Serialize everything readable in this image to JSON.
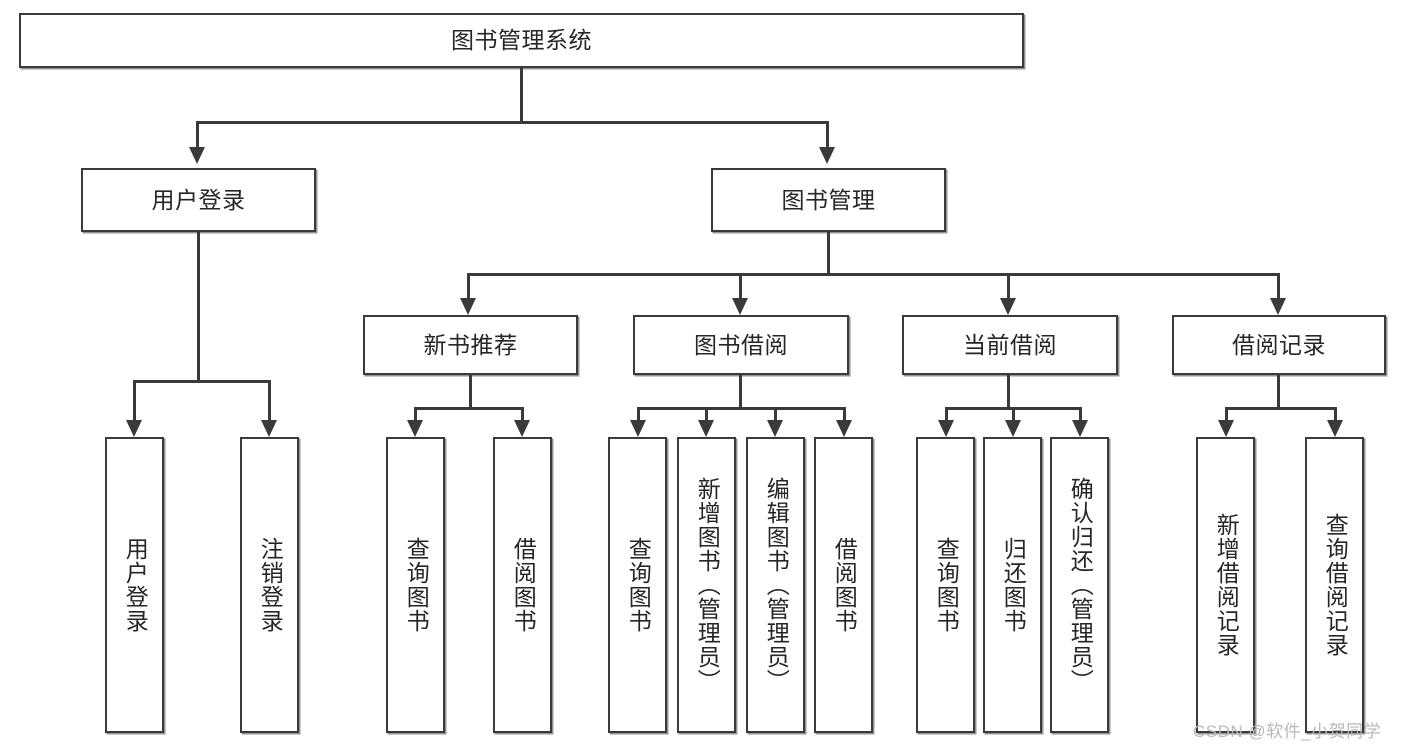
{
  "diagram": {
    "title": "图书管理系统",
    "type": "tree-hierarchy",
    "root": {
      "label": "图书管理系统"
    },
    "level2": [
      {
        "label": "用户登录"
      },
      {
        "label": "图书管理"
      }
    ],
    "level3": [
      {
        "label": "新书推荐"
      },
      {
        "label": "图书借阅"
      },
      {
        "label": "当前借阅"
      },
      {
        "label": "借阅记录"
      }
    ],
    "leaves": {
      "user_login": [
        {
          "label": "用户登录"
        },
        {
          "label": "注销登录"
        }
      ],
      "new_book_recommend": [
        {
          "label": "查询图书"
        },
        {
          "label": "借阅图书"
        }
      ],
      "book_borrow": [
        {
          "label": "查询图书"
        },
        {
          "label": "新增图书（管理员）"
        },
        {
          "label": "编辑图书（管理员）"
        },
        {
          "label": "借阅图书"
        }
      ],
      "current_borrow": [
        {
          "label": "查询图书"
        },
        {
          "label": "归还图书"
        },
        {
          "label": "确认归还（管理员）"
        }
      ],
      "borrow_record": [
        {
          "label": "新增借阅记录"
        },
        {
          "label": "查询借阅记录"
        }
      ]
    }
  },
  "watermark": {
    "text": "CSDN @软件_小贺同学"
  },
  "colors": {
    "stroke": "#3a3a3a",
    "background": "#ffffff",
    "text": "#262626",
    "watermark": "#b9b9b9"
  }
}
